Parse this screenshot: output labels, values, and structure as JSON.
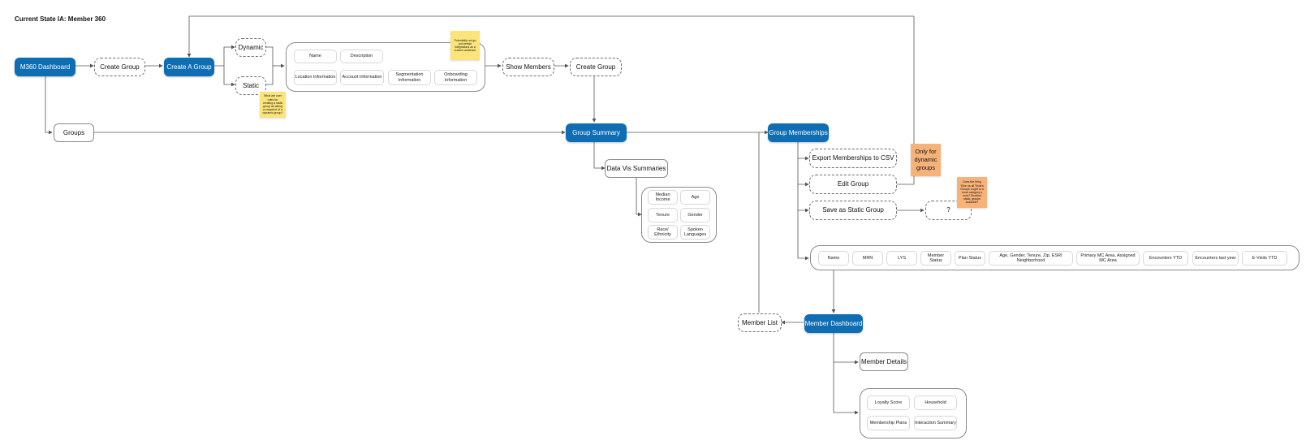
{
  "title": "Current State IA: Member 360",
  "colors": {
    "primary_node": "#0f6db4",
    "sticky_yellow": "#fbe47a",
    "sticky_orange": "#f7b27a",
    "connector": "#555555"
  },
  "nodes": {
    "m360_dashboard": "M360 Dashboard",
    "create_group_1": "Create Group",
    "create_a_group": "Create A Group",
    "dynamic": "Dynamic",
    "static": "Static",
    "show_members": "Show Members",
    "create_group_2": "Create Group",
    "groups": "Groups",
    "group_summary": "Group Summary",
    "group_memberships": "Group Memberships",
    "data_vis_summaries": "Data Vis Summaries",
    "export_csv": "Export Memberships to CSV",
    "edit_group": "Edit Group",
    "save_static": "Save as Static Group",
    "unknown": "?",
    "member_list": "Member List",
    "member_dashboard": "Member Dashboard",
    "member_details": "Member Details"
  },
  "group_fields": [
    "Name",
    "Description",
    "Location Information",
    "Account Information",
    "Segmentation Information",
    "Onboarding Information"
  ],
  "summary_fields": [
    "Median Income",
    "Age",
    "Tenure",
    "Gender",
    "Race/ Ethnicity",
    "Spoken Languages"
  ],
  "member_columns": [
    "Name",
    "MRN",
    "LYS",
    "Member Status",
    "Plan Status",
    "Age, Gender, Tenure, Zip, ESRI Neighborhood",
    "Primary MC Area, Assigned MC Area",
    "Encounters YTD",
    "Encounters last year",
    "E-Visits YTD"
  ],
  "member_dashboard_fields": [
    "Loyalty Score",
    "Household",
    "Membership Plans",
    "Interaction Summary"
  ],
  "notes": {
    "sticky_1": "Potentially not go put certain integrations as a custom audience",
    "sticky_2": "What are user rules for creating a static group as taking a snapshot of a dynamic group?",
    "sticky_3": "Does the thing 'Give us all Trivia's Groups' ought to a more category a mod? Shortlist static, groups available?",
    "only_dynamic": "Only for dynamic groups"
  }
}
